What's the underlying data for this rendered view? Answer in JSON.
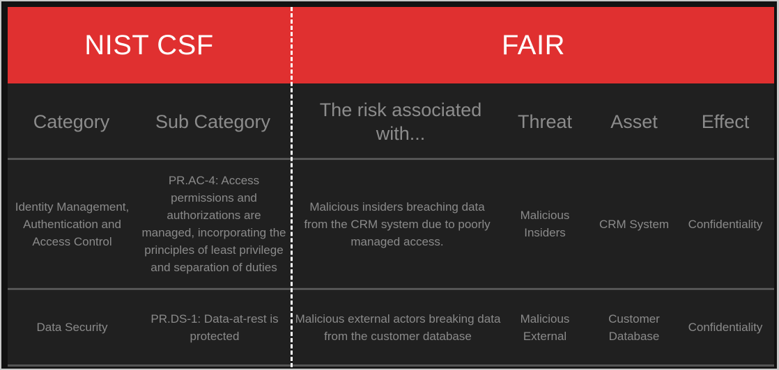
{
  "banner": {
    "left_title": "NIST CSF",
    "right_title": "FAIR",
    "color": "#e03030"
  },
  "columns": [
    "Category",
    "Sub Category",
    "The risk associated with...",
    "Threat",
    "Asset",
    "Effect"
  ],
  "rows": [
    {
      "category": "Identity Management, Authentication and Access Control",
      "subcategory": "PR.AC-4: Access permissions and authorizations are managed, incorporating the principles of least privilege and separation of duties",
      "risk": "Malicious insiders breaching data from the CRM system due to poorly managed access.",
      "threat": "Malicious Insiders",
      "asset": "CRM System",
      "effect": "Confidentiality"
    },
    {
      "category": "Data Security",
      "subcategory": "PR.DS-1: Data-at-rest is protected",
      "risk": "Malicious external actors breaking data from the customer database",
      "threat": "Malicious External",
      "asset": "Customer Database",
      "effect": "Confidentiality"
    }
  ],
  "colors": {
    "background": "#202020",
    "text": "#8a8a8a",
    "row_separator": "#555555",
    "divider": "#ffffff"
  }
}
